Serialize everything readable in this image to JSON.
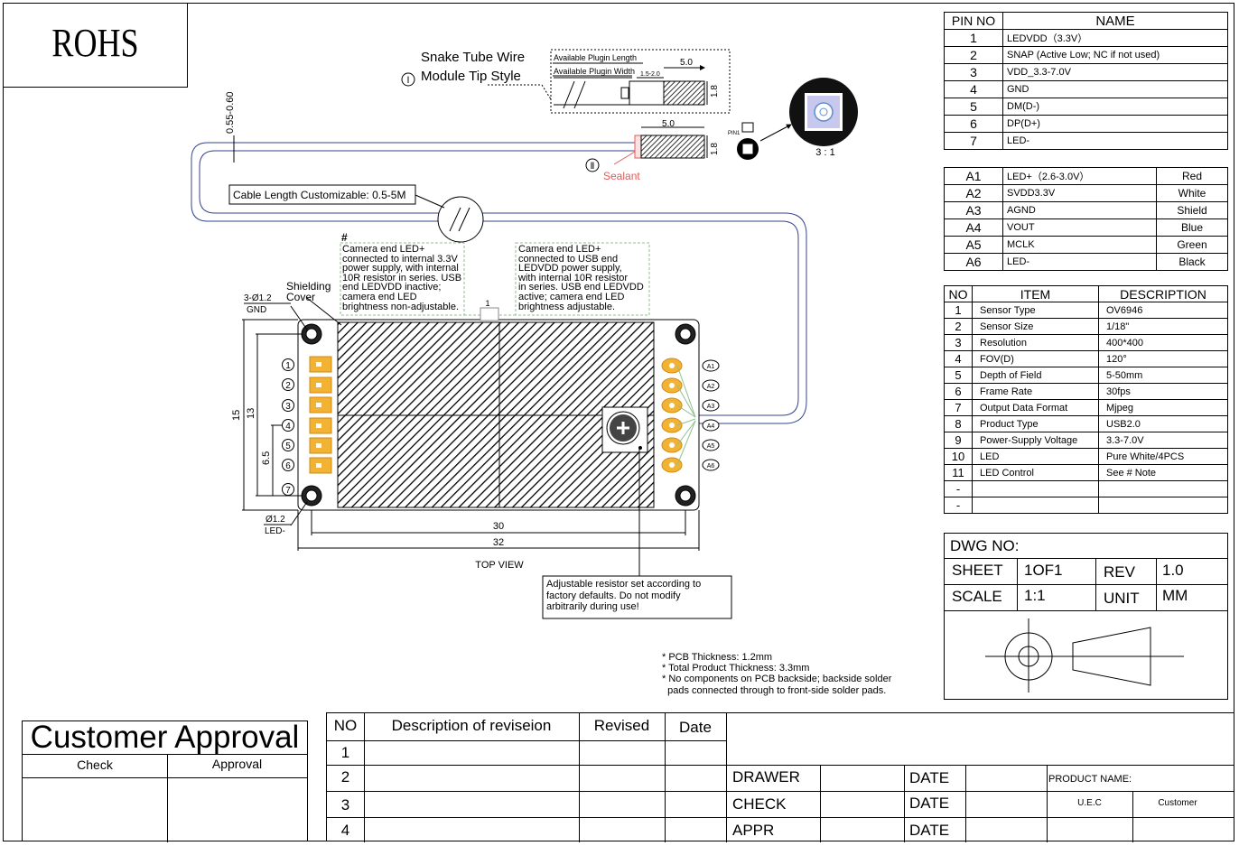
{
  "rohs": "ROHS",
  "tip_style": {
    "num": "Ⅰ",
    "line1": "Snake Tube Wire",
    "line2": "Module Tip Style",
    "len_label": "Available Plugin Length",
    "wid_label": "Available Plugin Width",
    "w_dim": "1.5-2.0",
    "len_dim": "5.0",
    "h_dim": "1.8"
  },
  "tip2": {
    "num": "Ⅱ",
    "sealant": "Sealant",
    "len_dim": "5.0",
    "h_dim": "1.8",
    "pin1": "PIN1",
    "scale": "3 : 1"
  },
  "wire_dim": "0.55-0.60",
  "cable_length": "Cable Length Customizable: 0.5-5M",
  "note_hash": "#",
  "note_left": [
    "Camera end LED+",
    "connected to internal 3.3V",
    "power supply, with internal",
    "10R resistor in series. USB",
    "end LEDVDD inactive;",
    "camera end LED",
    "brightness non-adjustable."
  ],
  "note_right": [
    "Camera end LED+",
    "connected to USB end",
    "LEDVDD power supply,",
    "with internal 10R resistor",
    "in series. USB end LEDVDD",
    "active; camera end LED",
    "brightness adjustable."
  ],
  "board": {
    "shield_l1": "Shielding",
    "shield_l2": "Cover",
    "hole_top_l1": "3-Ø1.2",
    "hole_top_l2": "GND",
    "hole_bot_l1": "Ø1.2",
    "hole_bot_l2": "LED-",
    "dim_15": "15",
    "dim_13": "13",
    "dim_65": "6.5",
    "dim_30": "30",
    "dim_32": "32",
    "dim_1": "1",
    "left_pins": [
      "1",
      "2",
      "3",
      "4",
      "5",
      "6",
      "7"
    ],
    "right_pins": [
      "A1",
      "A2",
      "A3",
      "A4",
      "A5",
      "A6"
    ],
    "top_view": "TOP VIEW"
  },
  "resistor_note": [
    "Adjustable resistor set according to",
    "factory defaults. Do not modify",
    "arbitrarily during use!"
  ],
  "footnotes": [
    "* PCB Thickness: 1.2mm",
    "* Total Product Thickness: 3.3mm",
    "* No components on PCB backside; backside solder",
    "  pads connected through to front-side solder pads."
  ],
  "pin_table": {
    "headers": [
      "PIN NO",
      "NAME"
    ],
    "rows": [
      [
        "1",
        "LEDVDD（3.3V）"
      ],
      [
        "2",
        "SNAP (Active Low; NC if not used)"
      ],
      [
        "3",
        "VDD_3.3-7.0V"
      ],
      [
        "4",
        "GND"
      ],
      [
        "5",
        "DM(D-)"
      ],
      [
        "6",
        "DP(D+)"
      ],
      [
        "7",
        "LED-"
      ]
    ]
  },
  "a_table": [
    [
      "A1",
      "LED+（2.6-3.0V）",
      "Red"
    ],
    [
      "A2",
      "SVDD3.3V",
      "White"
    ],
    [
      "A3",
      "AGND",
      "Shield"
    ],
    [
      "A4",
      "VOUT",
      "Blue"
    ],
    [
      "A5",
      "MCLK",
      "Green"
    ],
    [
      "A6",
      "LED-",
      "Black"
    ]
  ],
  "spec_table": {
    "headers": [
      "NO",
      "ITEM",
      "DESCRIPTION"
    ],
    "rows": [
      [
        "1",
        "Sensor Type",
        "OV6946"
      ],
      [
        "2",
        "Sensor Size",
        "1/18\""
      ],
      [
        "3",
        "Resolution",
        "400*400"
      ],
      [
        "4",
        "FOV(D)",
        "120°"
      ],
      [
        "5",
        "Depth of Field",
        "5-50mm"
      ],
      [
        "6",
        "Frame Rate",
        "30fps"
      ],
      [
        "7",
        "Output Data Format",
        "Mjpeg"
      ],
      [
        "8",
        "Product Type",
        "USB2.0"
      ],
      [
        "9",
        "Power-Supply Voltage",
        "3.3-7.0V"
      ],
      [
        "10",
        "LED",
        "Pure White/4PCS"
      ],
      [
        "11",
        "LED Control",
        "See # Note"
      ],
      [
        "-",
        "",
        ""
      ],
      [
        "-",
        "",
        ""
      ]
    ]
  },
  "dwg": {
    "dwg_no": "DWG NO:",
    "sheet": "SHEET",
    "sheet_val": "1OF1",
    "rev": "REV",
    "rev_val": "1.0",
    "scale": "SCALE",
    "scale_val": "1:1",
    "unit": "UNIT",
    "unit_val": "MM"
  },
  "customer": {
    "title": "Customer Approval",
    "check": "Check",
    "approval": "Approval"
  },
  "revision": {
    "headers": [
      "NO",
      "Description of reviseion",
      "Revised",
      "Date"
    ],
    "rows": [
      "1",
      "2",
      "3",
      "4"
    ]
  },
  "sign": {
    "drawer": "DRAWER",
    "check": "CHECK",
    "appr": "APPR",
    "date": "DATE",
    "product_name": "PRODUCT NAME:",
    "uec": "U.E.C",
    "customer": "Customer"
  }
}
